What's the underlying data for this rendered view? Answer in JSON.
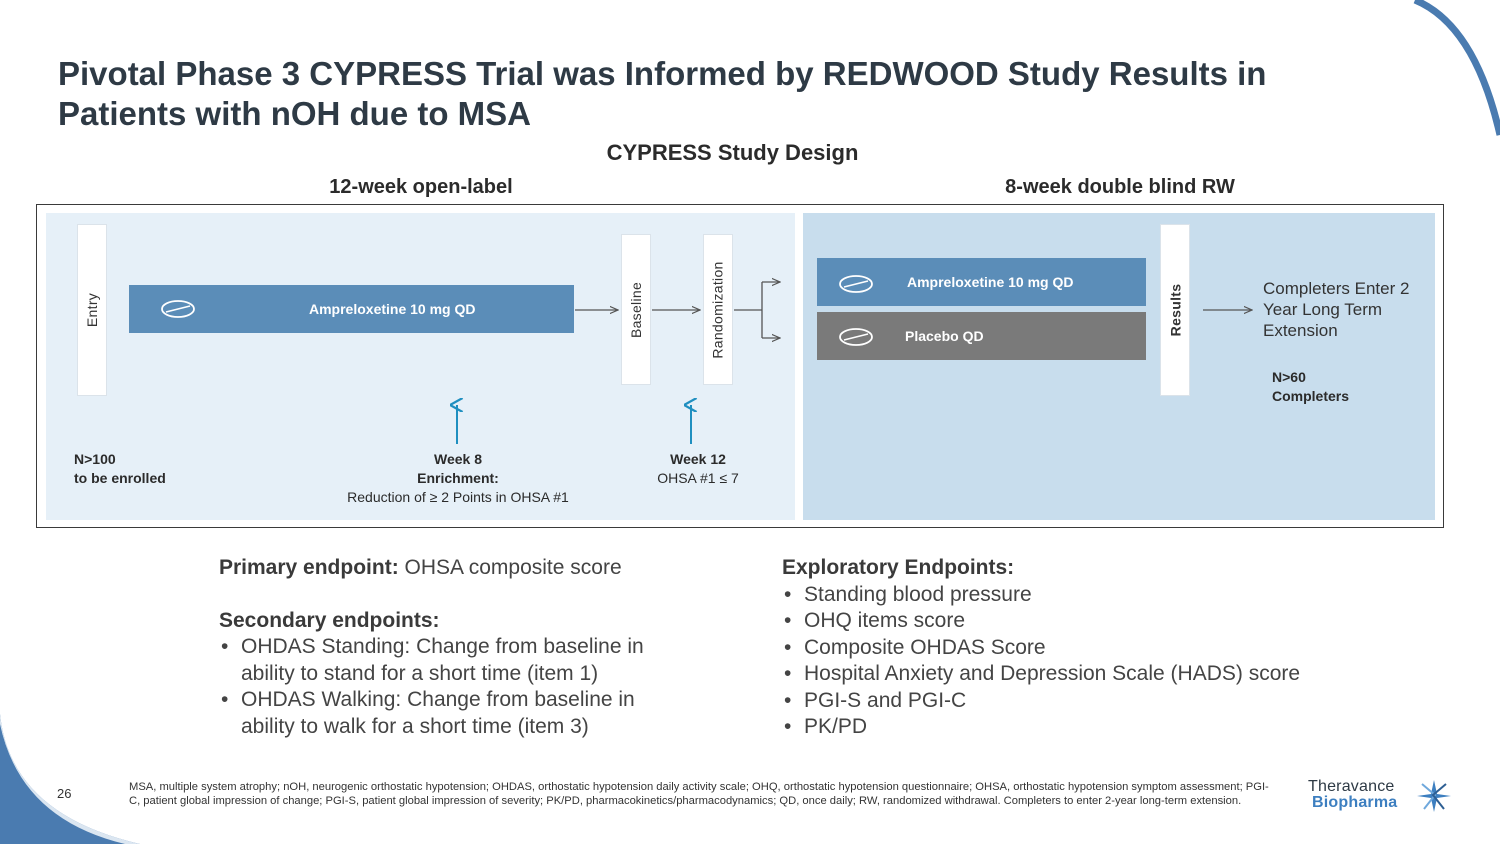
{
  "title": "Pivotal Phase 3 CYPRESS Trial was Informed by REDWOOD Study Results in Patients with nOH due to MSA",
  "diagram": {
    "subtitle": "CYPRESS Study Design",
    "phase1_label": "12-week open-label",
    "phase2_label": "8-week double blind RW",
    "entry_label": "Entry",
    "baseline_label": "Baseline",
    "randomization_label": "Randomization",
    "results_label": "Results",
    "open_label_bar": "Ampreloxetine 10 mg QD",
    "drug_bar": "Ampreloxetine 10 mg QD",
    "placebo_bar": "Placebo QD",
    "extension_text": "Completers Enter 2 Year Long Term Extension",
    "completers": {
      "line1": "N>60",
      "line2": "Completers"
    },
    "enrolled": {
      "line1": "N>100",
      "line2": "to be enrolled"
    },
    "week8": {
      "line1": "Week 8",
      "line2": "Enrichment:",
      "line3": "Reduction of ≥ 2 Points in OHSA #1"
    },
    "week12": {
      "line1": "Week 12",
      "line2": "OHSA #1 ≤ 7"
    }
  },
  "primary": {
    "label": "Primary endpoint:",
    "value": "OHSA composite score"
  },
  "secondary": {
    "label": "Secondary endpoints:",
    "items": [
      "OHDAS Standing: Change from baseline in ability to stand for a short time (item 1)",
      "OHDAS Walking: Change from baseline in ability to walk for a short time (item 3)"
    ]
  },
  "exploratory": {
    "label": "Exploratory Endpoints:",
    "items": [
      "Standing blood pressure",
      "OHQ items score",
      "Composite OHDAS Score",
      "Hospital Anxiety and Depression Scale (HADS) score",
      "PGI-S and PGI-C",
      "PK/PD"
    ]
  },
  "footer": {
    "page_number": "26",
    "footnote": "MSA, multiple system atrophy; nOH, neurogenic orthostatic hypotension; OHDAS, orthostatic hypotension daily activity scale; OHQ, orthostatic hypotension questionnaire; OHSA, orthostatic hypotension symptom assessment; PGI-C, patient global impression of change; PGI-S, patient global impression of severity; PK/PD, pharmacokinetics/pharmacodynamics; QD, once daily; RW, randomized withdrawal. Completers to enter 2-year long-term extension.",
    "logo_line1": "Theravance",
    "logo_line2": "Biopharma"
  },
  "colors": {
    "accent_blue": "#5b8db8",
    "arrow_blue": "#1f8fc0",
    "placebo_gray": "#7a7a7a",
    "panel_light": "#e6f0f8",
    "panel_dark": "#c8dded",
    "corner_blue": "#4a7bb0"
  },
  "icons": [
    "pill-icon",
    "theravance-star-logo-icon"
  ]
}
